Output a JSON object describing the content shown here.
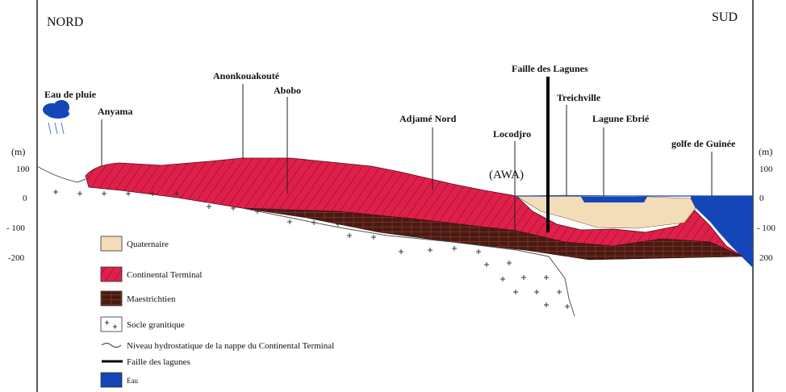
{
  "directions": {
    "north": "NORD",
    "south": "SUD"
  },
  "axis": {
    "unit": "(m)",
    "left_ticks": [
      "100",
      "0",
      "- 100",
      "-200"
    ],
    "right_ticks": [
      "100",
      "0",
      "- 100",
      "200"
    ]
  },
  "place_labels": {
    "rain": "Eau de pluie",
    "anyama": "Anyama",
    "anonkouakoute": "Anonkouakouté",
    "abobo": "Abobo",
    "adjame_nord": "Adjamé Nord",
    "locodjro": "Locodjro",
    "awa": "(AWA)",
    "faille": "Faille des Lagunes",
    "treichville": "Treichville",
    "lagune_ebrie": "Lagune Ebrié",
    "golfe": "golfe de Guinée"
  },
  "legend": [
    {
      "label": "Quaternaire",
      "color": "#f2ddb8"
    },
    {
      "label": "Continental Terminal",
      "color": "#e0204a"
    },
    {
      "label": "Maestrichtien",
      "color": "#4a1a12"
    },
    {
      "label": "Socle granitique",
      "color": "#ffffff"
    },
    {
      "label": "Niveau hydrostatique de la nappe du Continental Terminal",
      "color": "#666666"
    },
    {
      "label": "Faille des lagunes",
      "color": "#000000"
    },
    {
      "label": "Eau",
      "color": "#1446b8"
    }
  ]
}
